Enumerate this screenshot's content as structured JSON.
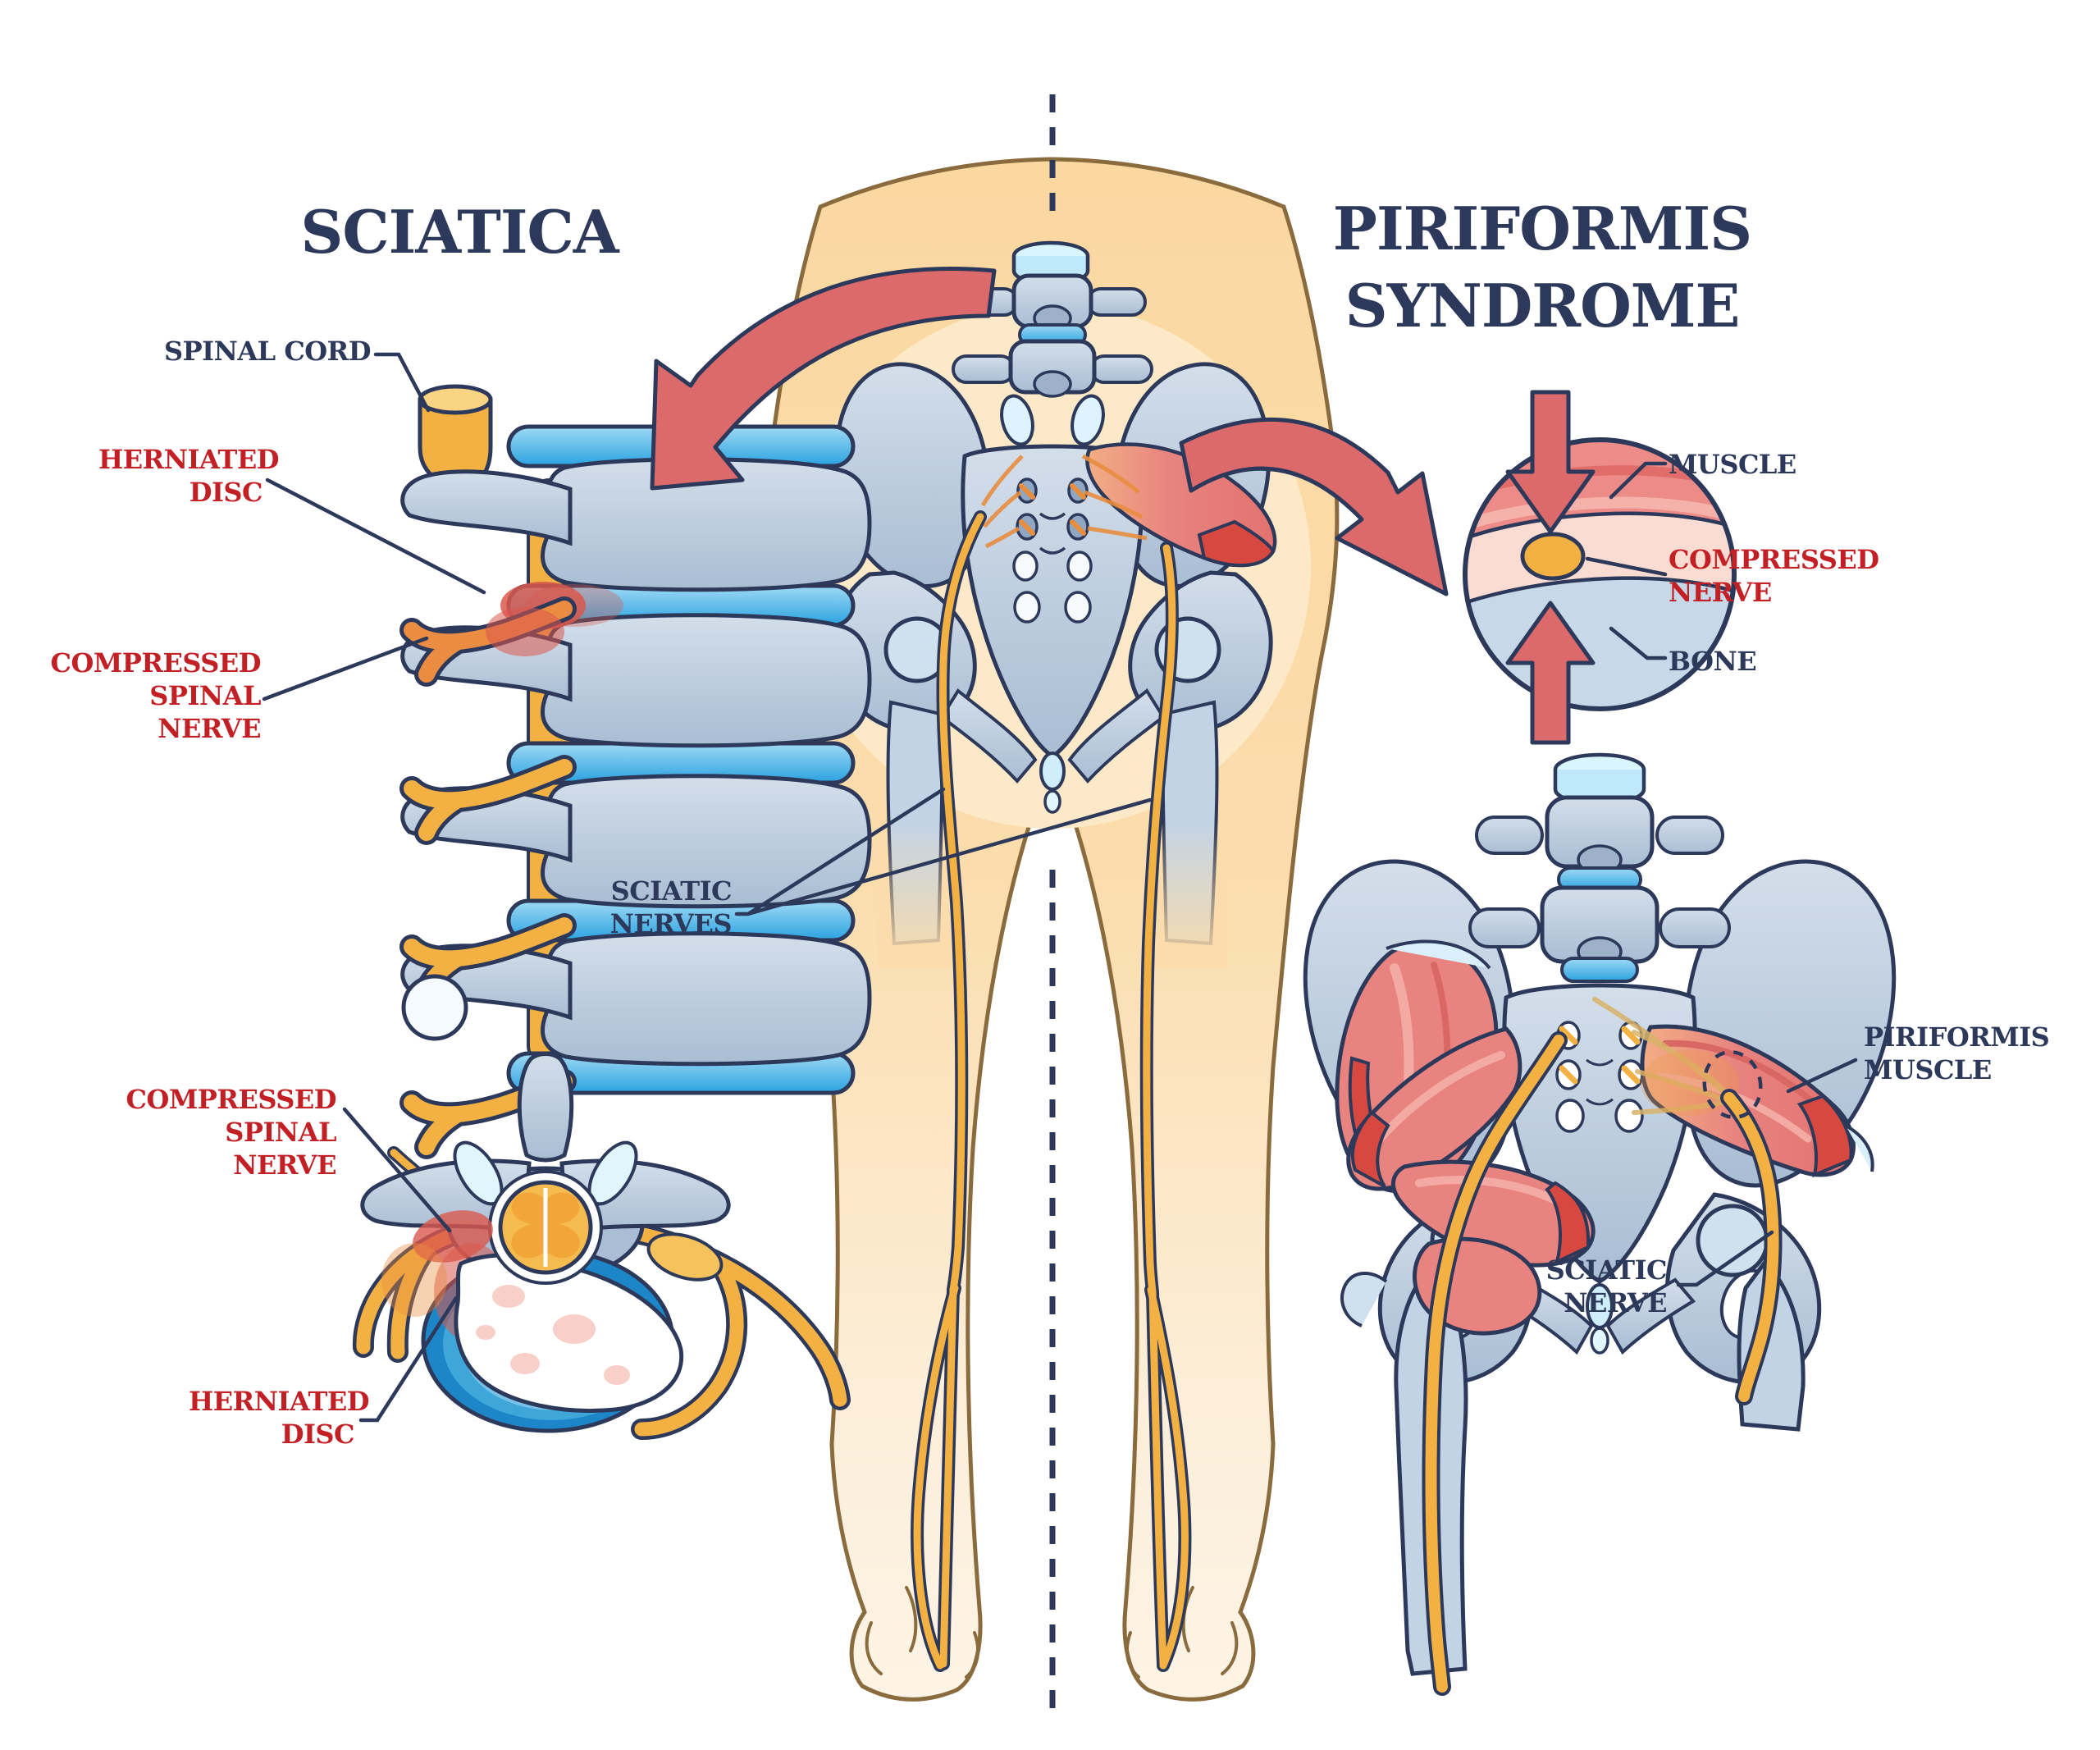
{
  "diagram": {
    "left_title": "SCIATICA",
    "right_title": "PIRIFORMIS\nSYNDROME",
    "labels": {
      "spinal_cord": "SPINAL CORD",
      "herniated_disc_upper": "HERNIATED\nDISC",
      "compressed_spinal_nerve_upper": "COMPRESSED\nSPINAL NERVE",
      "sciatic_nerves": "SCIATIC\nNERVES",
      "muscle": "MUSCLE",
      "compressed_nerve": "COMPRESSED\nNERVE",
      "bone": "BONE",
      "compressed_spinal_nerve_lower": "COMPRESSED\nSPINAL NERVE",
      "herniated_disc_lower": "HERNIATED\nDISC",
      "piriformis_muscle": "PIRIFORMIS\nMUSCLE",
      "sciatic_nerve": "SCIATIC\nNERVE"
    },
    "colors": {
      "outline_navy": "#2d395a",
      "label_red": "#c32026",
      "arrow_red": "#dc6a6b",
      "skin": "#fbd8a1",
      "bone_blue_gray": "#b4c6da",
      "disc_blue": "#2ba3e0",
      "nerve_yellow": "#f3b143",
      "muscle_pink": "#e8837f",
      "inflamed_red": "#db584c"
    }
  }
}
